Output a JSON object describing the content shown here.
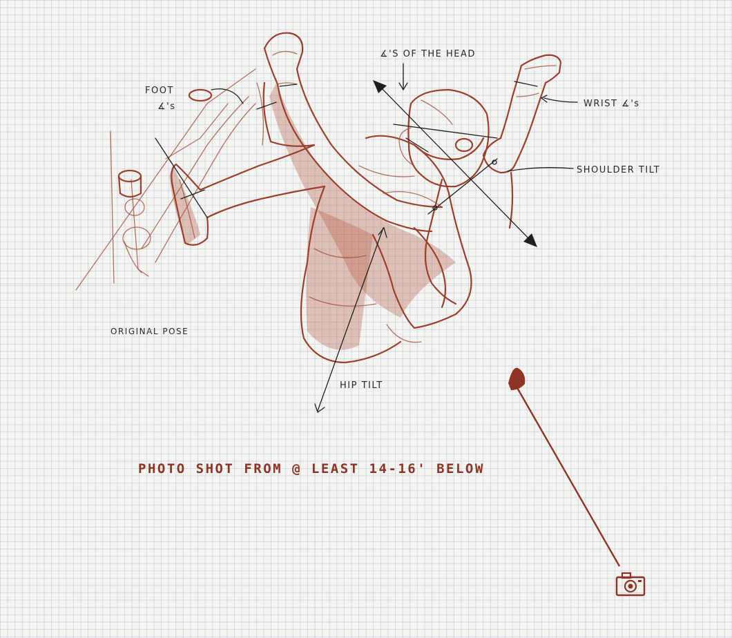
{
  "labels": {
    "foot_angles_line1": "FOOT",
    "foot_angles_line2": "∡'s",
    "head_angles": "∡'S OF THE HEAD",
    "wrist_angles": "WRIST ∡'s",
    "shoulder_tilt": "SHOULDER TILT",
    "original_pose": "ORIGINAL POSE",
    "hip_tilt": "HIP TILT",
    "photo_note": "PHOTO SHOT FROM @ LEAST 14-16' BELOW"
  },
  "icons": {
    "camera": "camera-icon"
  },
  "colors": {
    "paper": "#f5f4f0",
    "grid": "#96a9cd",
    "sketch": "#9c3e2c",
    "ink": "#1f1f1f",
    "note_red": "#8e3425"
  }
}
